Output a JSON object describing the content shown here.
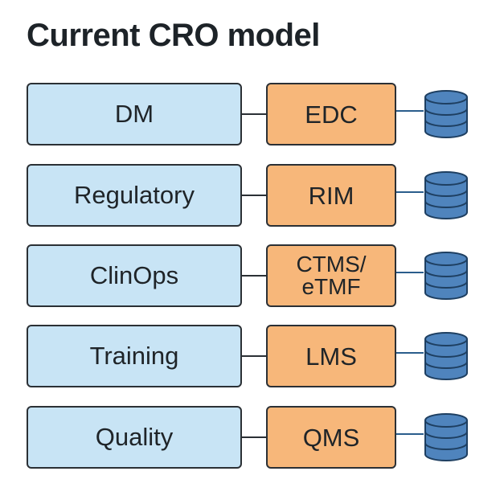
{
  "title": "Current CRO model",
  "colors": {
    "department_fill": "#c8e4f5",
    "system_fill": "#f7b77a",
    "border": "#2b3035",
    "database_fill": "#4f84bd",
    "database_stroke": "#1e3f61"
  },
  "rows": [
    {
      "department": "DM",
      "system": "EDC",
      "icon": "database-icon"
    },
    {
      "department": "Regulatory",
      "system": "RIM",
      "icon": "database-icon"
    },
    {
      "department": "ClinOps",
      "system": "CTMS/\neTMF",
      "icon": "database-icon"
    },
    {
      "department": "Training",
      "system": "LMS",
      "icon": "database-icon"
    },
    {
      "department": "Quality",
      "system": "QMS",
      "icon": "database-icon"
    }
  ]
}
